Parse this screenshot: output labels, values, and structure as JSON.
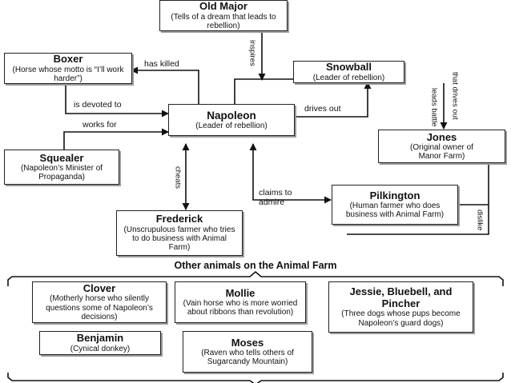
{
  "nodes": {
    "old_major": {
      "name": "Old Major",
      "desc": "(Tells of a dream that leads to rebellion)"
    },
    "boxer": {
      "name": "Boxer",
      "desc": "(Horse whose motto is “I’ll work harder”)"
    },
    "snowball": {
      "name": "Snowball",
      "desc": "(Leader of rebellion)"
    },
    "napoleon": {
      "name": "Napoleon",
      "desc": "(Leader of rebellion)"
    },
    "jones": {
      "name": "Jones",
      "desc": "(Original owner of Manor Farm)"
    },
    "squealer": {
      "name": "Squealer",
      "desc": "(Napoleon’s Minister of Propaganda)"
    },
    "pilkington": {
      "name": "Pilkington",
      "desc": "(Human farmer who does business with Animal Farm)"
    },
    "frederick": {
      "name": "Frederick",
      "desc": "(Unscrupulous farmer who tries to do business with Animal Farm)"
    }
  },
  "edges": {
    "inspires": "inspires",
    "has_killed": "has killed",
    "is_devoted_to": "is devoted to",
    "drives_out": "drives out",
    "leads_battle": "leads battle",
    "that_drives_out": "that drives out",
    "works_for": "works for",
    "cheats": "cheats",
    "claims_to_admire": "claims to admire",
    "dislike": "dislike"
  },
  "other_animals": {
    "heading": "Other animals on the Animal Farm",
    "clover": {
      "name": "Clover",
      "desc": "(Motherly horse who silently questions some of Napoleon’s decisions)"
    },
    "mollie": {
      "name": "Mollie",
      "desc": "(Vain horse who is more worried about ribbons than revolution)"
    },
    "dogs": {
      "name": "Jessie, Bluebell, and Pincher",
      "desc": "(Three dogs whose pups become Napoleon’s guard dogs)"
    },
    "benjamin": {
      "name": "Benjamin",
      "desc": "(Cynical donkey)"
    },
    "moses": {
      "name": "Moses",
      "desc": "(Raven who tells others of Sugarcandy Mountain)"
    }
  }
}
